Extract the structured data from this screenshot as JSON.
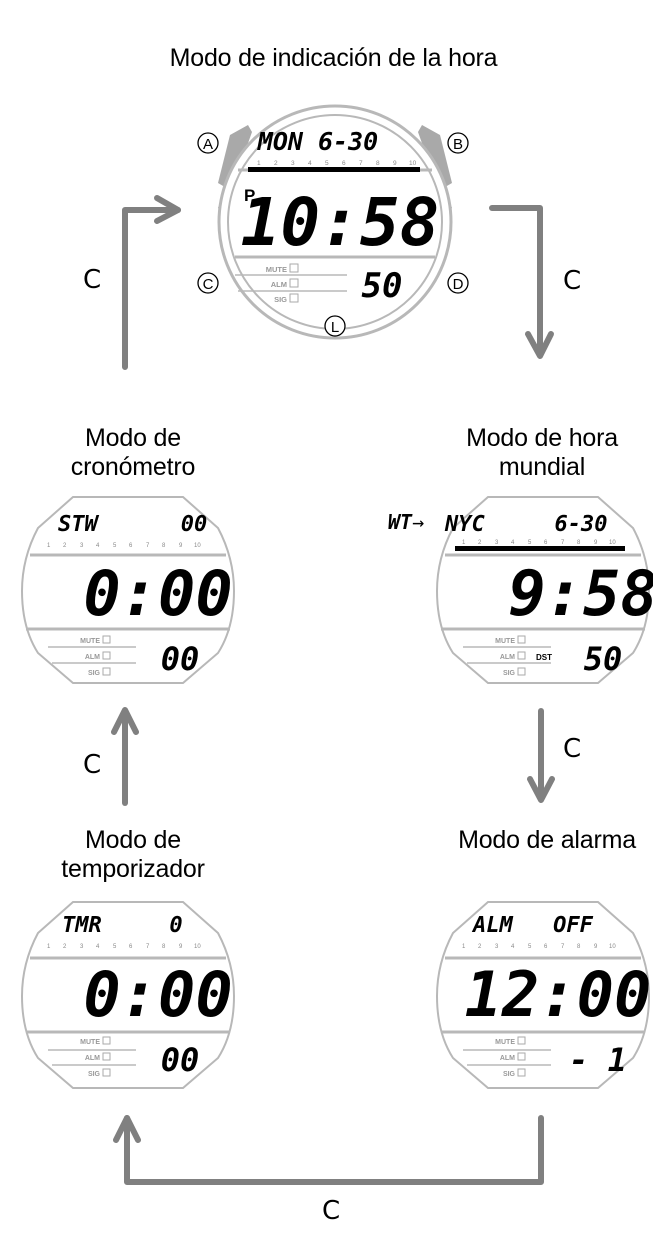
{
  "colors": {
    "arrow": "#808080",
    "watch_outline": "#b8b8b8",
    "button": "#a9a9a9",
    "text": "#000000"
  },
  "transition_label": "C",
  "modes": {
    "timekeeping": {
      "title": "Modo de indicación de la hora",
      "top_line": "MON 6-30",
      "main_time": "10:58",
      "pm_indicator": "P",
      "seconds": "50",
      "buttons": [
        "A",
        "B",
        "C",
        "D",
        "L"
      ]
    },
    "stopwatch": {
      "title_line1": "Modo de",
      "title_line2": "cronómetro",
      "top_line_left": "STW",
      "top_line_right": "00",
      "main_time": "0:00",
      "sub": "00"
    },
    "world_time": {
      "title_line1": "Modo de hora",
      "title_line2": "mundial",
      "callout": "WT",
      "callout_arrow": "→",
      "top_line_left": "NYC",
      "top_line_right": "6-30",
      "main_time": "9:58",
      "seconds": "50",
      "dst": "DST"
    },
    "timer": {
      "title_line1": "Modo de",
      "title_line2": "temporizador",
      "top_line_left": "TMR",
      "top_line_right": "0",
      "main_time": "0:00",
      "sub": "00"
    },
    "alarm": {
      "title": "Modo de alarma",
      "top_line_left": "ALM",
      "top_line_right": "OFF",
      "main_time": "12:00",
      "sub": "- 1"
    }
  },
  "indicators": {
    "mute": "MUTE",
    "alm": "ALM",
    "sig": "SIG"
  },
  "scale": [
    "1",
    "2",
    "3",
    "4",
    "5",
    "6",
    "7",
    "8",
    "9",
    "10"
  ]
}
